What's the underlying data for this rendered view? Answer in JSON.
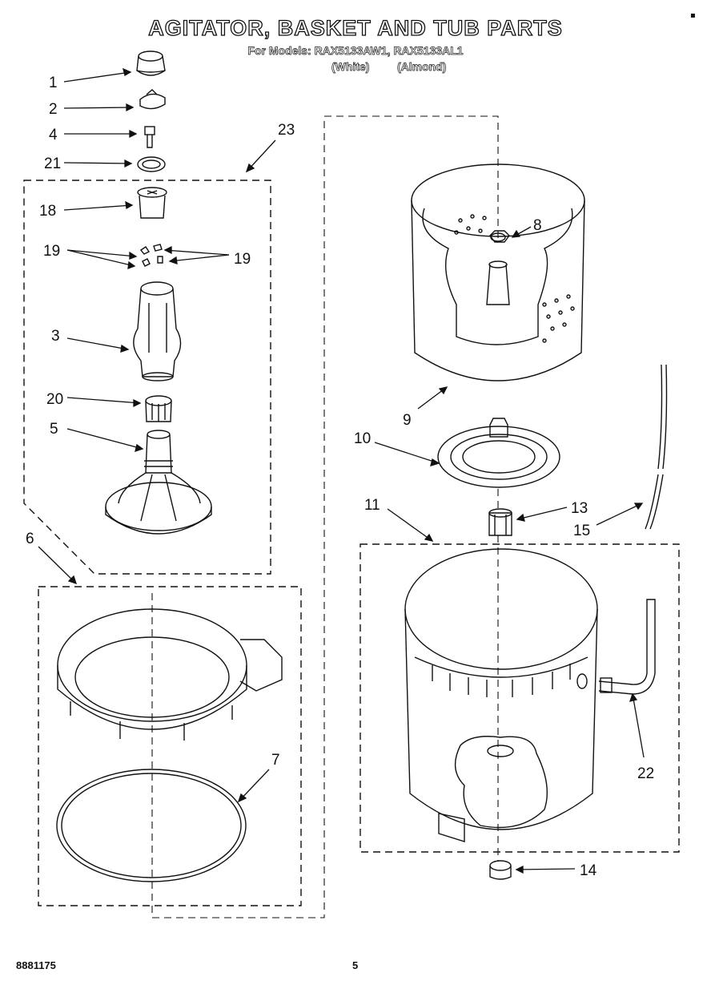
{
  "header": {
    "title": "AGITATOR, BASKET AND TUB PARTS",
    "models_line": "For Models: RAX5133AW1, RAX5133AL1",
    "variant_white": "(White)",
    "variant_almond": "(Almond)"
  },
  "footer": {
    "doc_number": "8881175",
    "page_number": "5"
  },
  "callouts": {
    "c1": "1",
    "c2": "2",
    "c4": "4",
    "c21": "21",
    "c23": "23",
    "c18": "18",
    "c19a": "19",
    "c19b": "19",
    "c3": "3",
    "c20": "20",
    "c5": "5",
    "c6": "6",
    "c7": "7",
    "c8": "8",
    "c9": "9",
    "c10": "10",
    "c11": "11",
    "c13": "13",
    "c14": "14",
    "c15": "15",
    "c22": "22"
  }
}
